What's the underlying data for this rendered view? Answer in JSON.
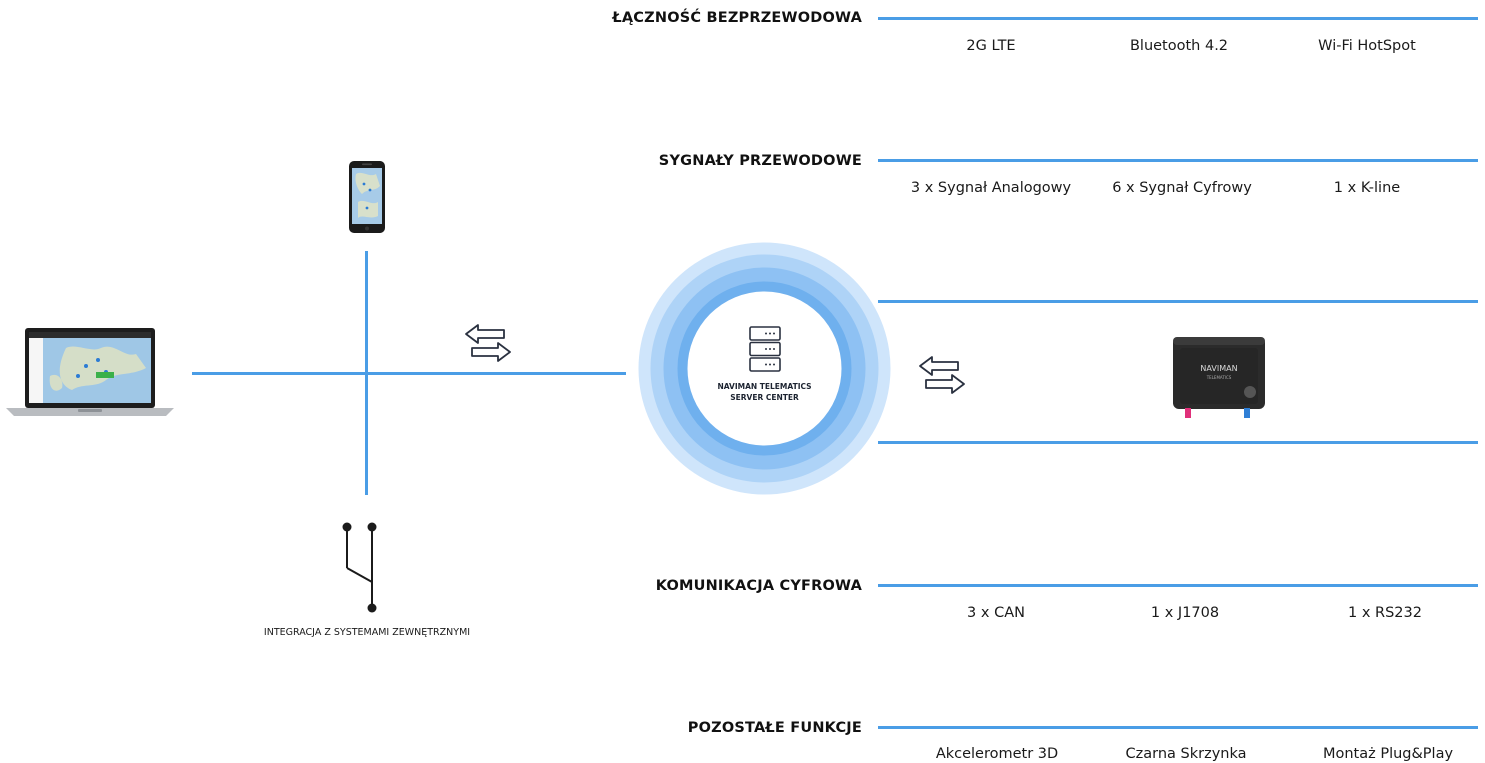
{
  "sections": [
    {
      "title": "ŁĄCZNOŚĆ BEZPRZEWODOWA",
      "items": [
        "2G LTE",
        "Bluetooth 4.2",
        "Wi-Fi HotSpot"
      ]
    },
    {
      "title": "SYGNAŁY PRZEWODOWE",
      "items": [
        "3 x Sygnał Analogowy",
        "6 x Sygnał Cyfrowy",
        "1 x K-line"
      ]
    },
    {
      "title": "KOMUNIKACJA CYFROWA",
      "items": [
        "3 x CAN",
        "1 x J1708",
        "1 x RS232"
      ]
    },
    {
      "title": "POZOSTAŁE FUNKCJE",
      "items": [
        "Akcelerometr 3D",
        "Czarna Skrzynka",
        "Montaż Plug&Play"
      ]
    }
  ],
  "server": {
    "line1": "NAVIMAN TELEMATICS",
    "line2": "SERVER CENTER",
    "icon": "server-rack-icon"
  },
  "device": {
    "brand": "NAVIMAN",
    "sub": "TELEMATICS"
  },
  "integration_label": "INTEGRACJA Z SYSTEMAMI ZEWNĘTRZNYMI",
  "icons": {
    "laptop": "laptop-icon",
    "phone": "smartphone-icon",
    "arrows": "exchange-arrows-icon",
    "integration": "integration-fork-icon"
  },
  "colors": {
    "line": "#4a9de6",
    "ring_outer": "#cfe5fb",
    "ring_mid1": "#aed3f7",
    "ring_mid2": "#8ec1f3",
    "ring_inner": "#6fb0ee",
    "core": "#ffffff"
  }
}
